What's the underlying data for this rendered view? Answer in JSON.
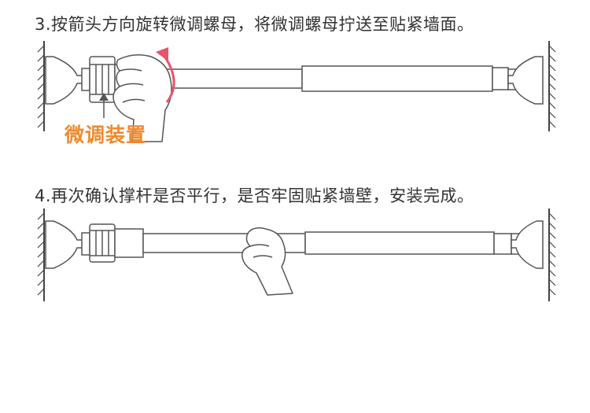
{
  "step3": {
    "instruction": "3.按箭头方向旋转微调螺母，将微调螺母拧送至贴紧墙面。",
    "callout_label": "微调装置"
  },
  "step4": {
    "instruction": "4.再次确认撑杆是否平行，是否牢固贴紧墙壁，安装完成。"
  },
  "colors": {
    "text": "#333333",
    "callout": "#f08a2c",
    "arrow": "#e8546a",
    "line": "#555555",
    "hand_fill": "#ffffff"
  },
  "icons": [
    "left-wall-icon",
    "right-wall-icon",
    "suction-cup-icon",
    "adjust-nut-icon",
    "hand-icon",
    "rotation-arrow-icon",
    "pointer-arrow-icon",
    "tension-rod-icon"
  ]
}
